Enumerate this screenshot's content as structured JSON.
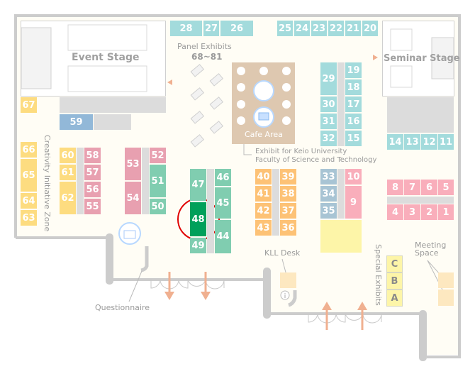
{
  "labels": {
    "event_stage": "Event Stage",
    "seminar_stage": "Seminar Stage",
    "panel_exhibits": "Panel Exhibits",
    "panel_range": "68~81",
    "cafe_area": "Cafe Area",
    "keio_exhibit_line1": "Exhibit for Keio University",
    "keio_exhibit_line2": "Faculty of Science and Technology",
    "creativity_zone": "Creativity Initiative Zone",
    "kll_desk": "KLL Desk",
    "special_exhibits": "Special Exhibits",
    "meeting_space": "Meeting Space",
    "questionnaire": "Questionnaire"
  },
  "highlighted_booth": "48",
  "booths": {
    "b1": "1",
    "b2": "2",
    "b3": "3",
    "b4": "4",
    "b5": "5",
    "b6": "6",
    "b7": "7",
    "b8": "8",
    "b9": "9",
    "b10": "10",
    "b11": "11",
    "b12": "12",
    "b13": "13",
    "b14": "14",
    "b15": "15",
    "b16": "16",
    "b17": "17",
    "b18": "18",
    "b19": "19",
    "b20": "20",
    "b21": "21",
    "b22": "22",
    "b23": "23",
    "b24": "24",
    "b25": "25",
    "b26": "26",
    "b27": "27",
    "b28": "28",
    "b29": "29",
    "b30": "30",
    "b31": "31",
    "b32": "32",
    "b33": "33",
    "b34": "34",
    "b35": "35",
    "b36": "36",
    "b37": "37",
    "b38": "38",
    "b39": "39",
    "b40": "40",
    "b41": "41",
    "b42": "42",
    "b43": "43",
    "b44": "44",
    "b45": "45",
    "b46": "46",
    "b47": "47",
    "b48": "48",
    "b49": "49",
    "b50": "50",
    "b51": "51",
    "b52": "52",
    "b53": "53",
    "b54": "54",
    "b55": "55",
    "b56": "56",
    "b57": "57",
    "b58": "58",
    "b59": "59",
    "b60": "60",
    "b61": "61",
    "b62": "62",
    "b63": "63",
    "b64": "64",
    "b65": "65",
    "b66": "66",
    "b67": "67",
    "bA": "A",
    "bB": "B",
    "bC": "C"
  },
  "colors": {
    "highlight_ring": "#e00000",
    "arrow": "#f0b090",
    "wall": "#cccccc",
    "floor": "#fffdf5"
  }
}
